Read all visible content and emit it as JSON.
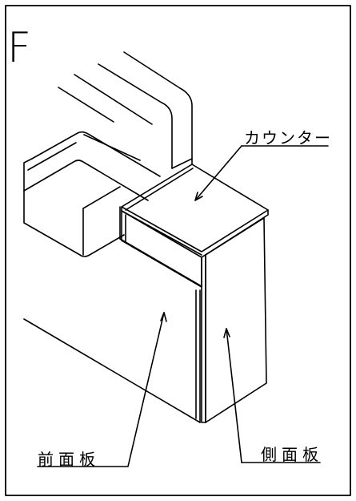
{
  "sheet_letter": "F",
  "labels": {
    "counter": "カウンター",
    "front_panel": "前面板",
    "side_panel": "側面板"
  }
}
